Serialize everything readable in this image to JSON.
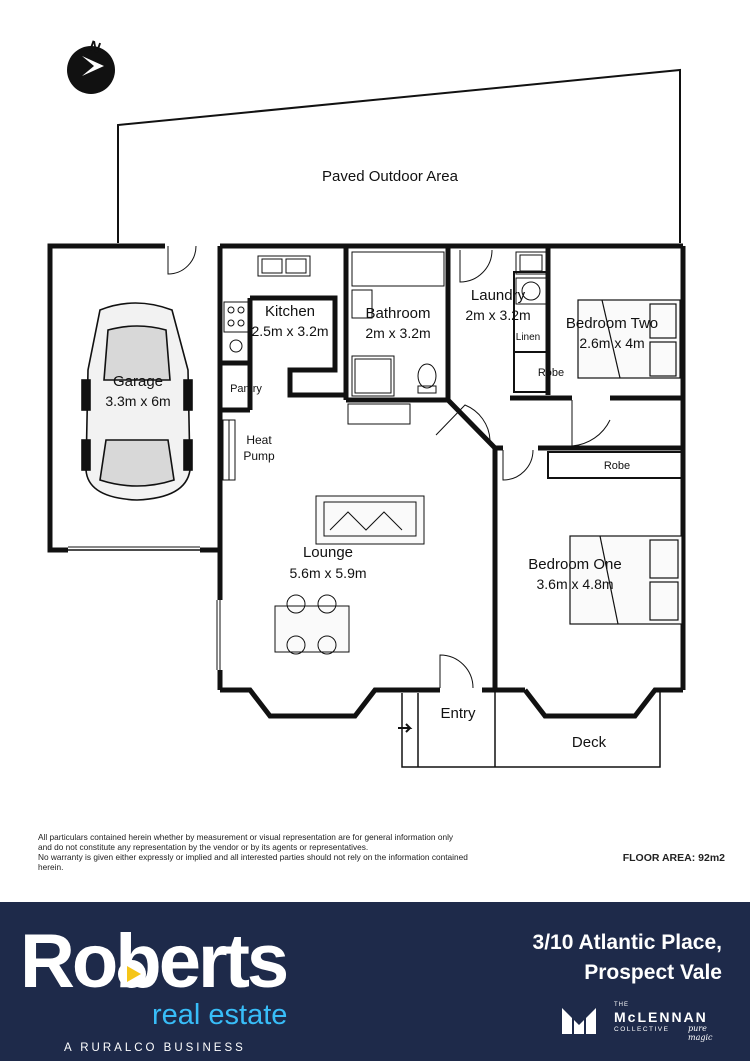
{
  "floorplan": {
    "outdoor": "Paved Outdoor Area",
    "rooms": {
      "garage": {
        "name": "Garage",
        "dims": "3.3m x 6m"
      },
      "kitchen": {
        "name": "Kitchen",
        "dims": "2.5m x 3.2m"
      },
      "bathroom": {
        "name": "Bathroom",
        "dims": "2m x 3.2m"
      },
      "laundry": {
        "name": "Laundry",
        "dims": "2m x 3.2m"
      },
      "bedroom_two": {
        "name": "Bedroom Two",
        "dims": "2.6m x 4m"
      },
      "bedroom_one": {
        "name": "Bedroom One",
        "dims": "3.6m x 4.8m"
      },
      "lounge": {
        "name": "Lounge",
        "dims": "5.6m x 5.9m"
      }
    },
    "labels": {
      "pantry": "Pantry",
      "heat": "Heat",
      "pump": "Pump",
      "linen": "Linen",
      "robe_upper": "Robe",
      "robe_lower": "Robe",
      "entry": "Entry",
      "deck": "Deck"
    },
    "compass_letter": "N"
  },
  "disclaimer": [
    "All particulars contained herein whether by measurement or visual representation are for general information only and do not constitute any representation by the vendor or by its agents or representatives.",
    "No warranty is given either expressly or implied and all interested parties should not rely on the information contained herein."
  ],
  "floor_area": "FLOOR AREA: 92m2",
  "brand": {
    "name": "Roberts",
    "sub": "real estate",
    "tagline": "A RURALCO BUSINESS"
  },
  "address": {
    "line1": "3/10 Atlantic Place,",
    "line2": "Prospect Vale"
  },
  "partner": {
    "the": "THE",
    "name": "McLENNAN",
    "collective": "COLLECTIVE",
    "script": "pure magic"
  },
  "colors": {
    "footer": "#1e2a4a",
    "accent": "#38bdf8",
    "wall": "#111111"
  }
}
